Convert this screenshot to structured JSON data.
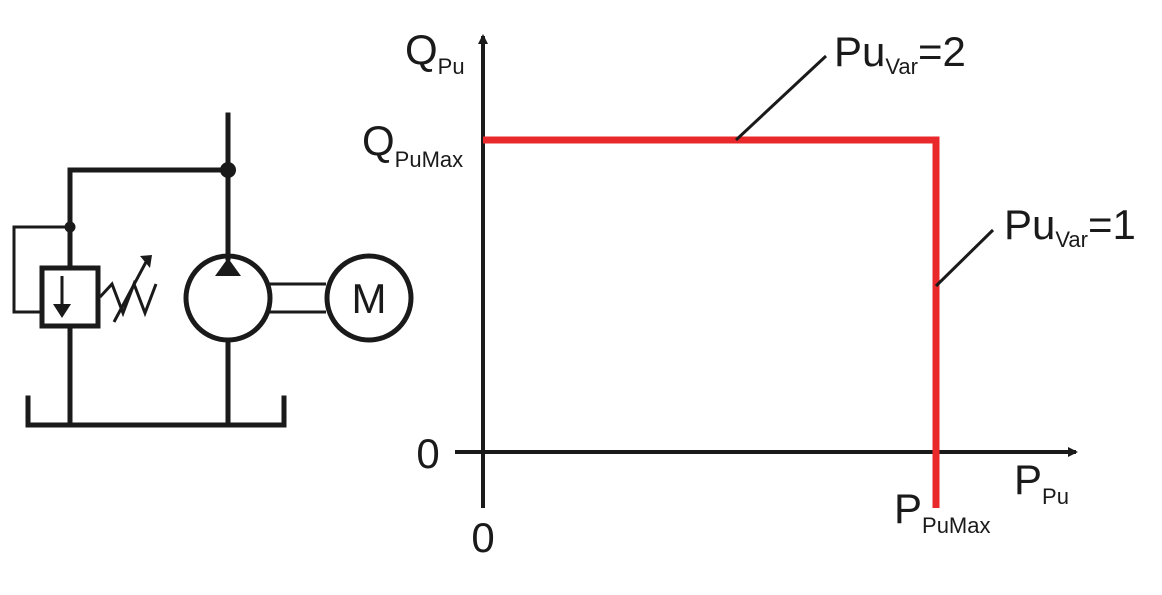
{
  "colors": {
    "ink": "#1a1a1a",
    "curve": "#e8282b"
  },
  "schematic": {
    "motor_label": "M",
    "icons": [
      "relief-valve-icon",
      "spring-adjustable-icon",
      "pump-icon",
      "motor-icon",
      "tank-icon"
    ]
  },
  "graph": {
    "y_axis": {
      "main": "Q",
      "sub": "Pu"
    },
    "x_axis": {
      "main": "P",
      "sub": "Pu"
    },
    "y_max_label": {
      "main": "Q",
      "sub": "PuMax"
    },
    "x_max_label": {
      "main": "P",
      "sub": "PuMax"
    },
    "y_zero": "0",
    "x_zero": "0",
    "callout_1": {
      "main": "Pu",
      "sub": "Var",
      "suffix": "=1"
    },
    "callout_2": {
      "main": "Pu",
      "sub": "Var",
      "suffix": "=2"
    }
  }
}
